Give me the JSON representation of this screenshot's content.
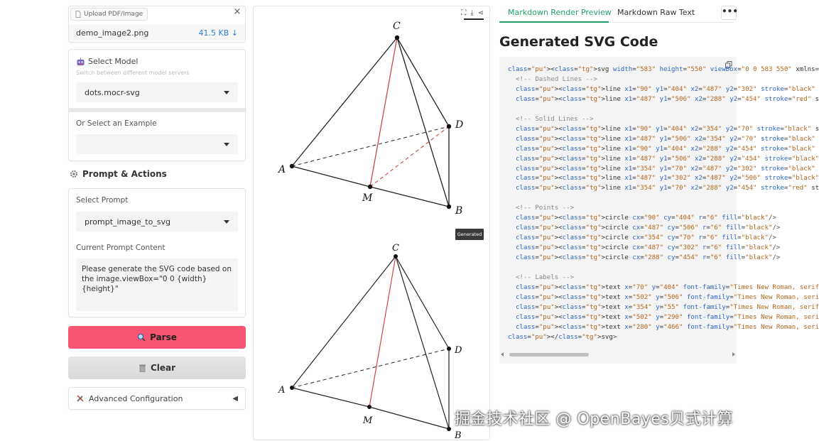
{
  "upload": {
    "tab_label": "Upload PDF/Image",
    "file_name": "demo_image2.png",
    "file_size": "41.5 KB ↓"
  },
  "model": {
    "heading": "Select Model",
    "subtext": "Switch between different model servers",
    "selected": "dots.mocr-svg",
    "example_label": "Or Select an Example",
    "example_selected": ""
  },
  "prompt": {
    "section_title": "Prompt & Actions",
    "select_label": "Select Prompt",
    "selected": "prompt_image_to_svg",
    "content_label": "Current Prompt Content",
    "content": "Please generate the SVG code based on the image.viewBox=\"0 0 {width} {height}\""
  },
  "actions": {
    "parse": "Parse",
    "clear": "Clear",
    "advanced": "Advanced Configuration"
  },
  "preview": {
    "generated_tag": "Generated",
    "top_labels": {
      "A": "A",
      "B": "B",
      "C": "C",
      "D": "D",
      "M": "M"
    },
    "bottom_labels": {
      "A": "A",
      "B": "B",
      "C": "C",
      "D": "D",
      "M": "M"
    }
  },
  "right": {
    "tab_preview": "Markdown Render Preview",
    "tab_raw": "Markdown Raw Text",
    "more": "•••",
    "title": "Generated SVG Code"
  },
  "code_lines": [
    "<svg width=\"583\" height=\"550\" viewBox=\"0 0 583 550\" xmlns=",
    "  <!-- Dashed Lines -->",
    "  <line x1=\"90\" y1=\"404\" x2=\"487\" y2=\"302\" stroke=\"black\"",
    "  <line x1=\"487\" y1=\"506\" x2=\"288\" y2=\"454\" stroke=\"red\" s",
    "",
    "  <!-- Solid Lines -->",
    "  <line x1=\"90\" y1=\"404\" x2=\"354\" y2=\"70\" stroke=\"black\" s",
    "  <line x1=\"487\" y1=\"506\" x2=\"354\" y2=\"70\" stroke=\"black\"",
    "  <line x1=\"90\" y1=\"404\" x2=\"288\" y2=\"454\" stroke=\"black\"",
    "  <line x1=\"487\" y1=\"506\" x2=\"288\" y2=\"454\" stroke=\"black\"",
    "  <line x1=\"354\" y1=\"70\" x2=\"487\" y2=\"302\" stroke=\"black\"",
    "  <line x1=\"487\" y1=\"302\" x2=\"487\" y2=\"506\" stroke=\"black\"",
    "  <line x1=\"354\" y1=\"70\" x2=\"288\" y2=\"454\" stroke=\"red\" st",
    "",
    "  <!-- Points -->",
    "  <circle cx=\"90\" cy=\"404\" r=\"6\" fill=\"black\"/>",
    "  <circle cx=\"487\" cy=\"506\" r=\"6\" fill=\"black\"/>",
    "  <circle cx=\"354\" cy=\"70\" r=\"6\" fill=\"black\"/>",
    "  <circle cx=\"487\" cy=\"302\" r=\"6\" fill=\"black\"/>",
    "  <circle cx=\"288\" cy=\"454\" r=\"6\" fill=\"black\"/>",
    "",
    "  <!-- Labels -->",
    "  <text x=\"70\" y=\"404\" font-family=\"Times New Roman, serif",
    "  <text x=\"502\" y=\"506\" font-family=\"Times New Roman, seri",
    "  <text x=\"354\" y=\"55\" font-family=\"Times New Roman, serif",
    "  <text x=\"502\" y=\"290\" font-family=\"Times New Roman, seri",
    "  <text x=\"280\" y=\"466\" font-family=\"Times New Roman, seri",
    "</svg>"
  ],
  "watermark": "掘金技术社区 @ OpenBayes贝式计算",
  "colors": {
    "accent_green": "#22a06b",
    "parse_button": "#f65470",
    "link_blue": "#2e7fd1"
  }
}
